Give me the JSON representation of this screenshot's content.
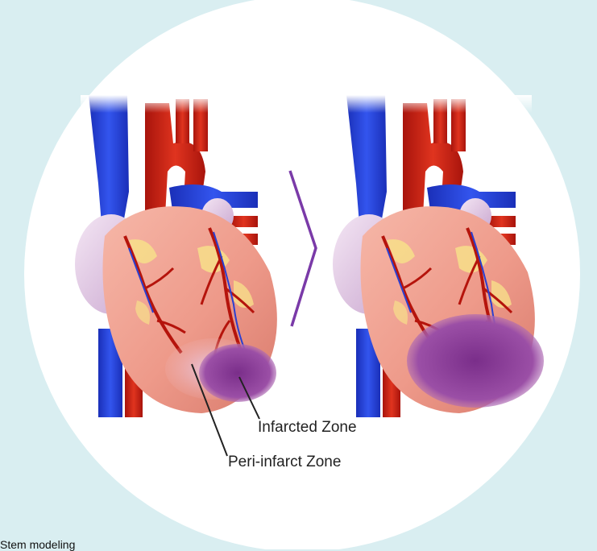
{
  "labels": {
    "infarcted_zone": "Infarcted Zone",
    "peri_infarct_zone": "Peri-infarct Zone"
  },
  "footer": {
    "text": "Stem modeling"
  },
  "colors": {
    "background": "#d9eef1",
    "circle": "#ffffff",
    "vein_blue": "#1f3fd6",
    "artery_red": "#cc1f12",
    "heart_pink": "#f0a090",
    "infarct_purple": "#8a3f9a",
    "arrow_purple": "#7a3aa8"
  },
  "icons": {
    "heart_before": "heart-illustration",
    "heart_after": "heart-illustration",
    "progression": "chevron-right-icon"
  }
}
